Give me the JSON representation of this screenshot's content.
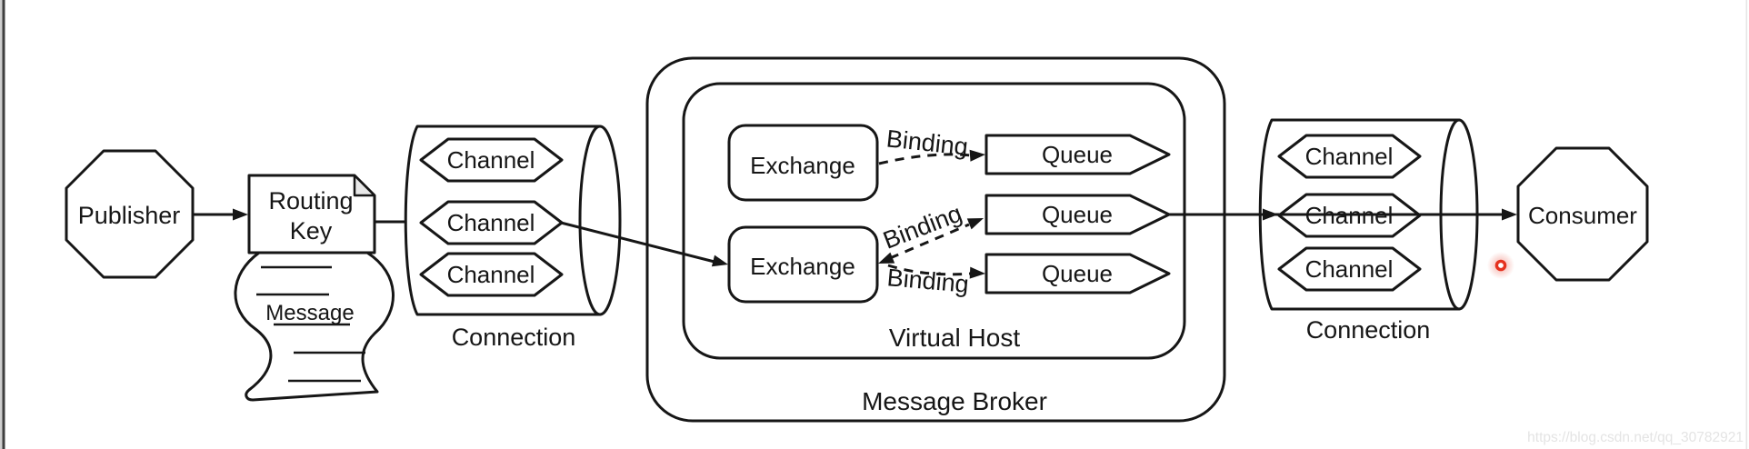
{
  "diagram": {
    "publisher": {
      "label": "Publisher"
    },
    "routing_key": {
      "line1": "Routing",
      "line2": "Key"
    },
    "message": {
      "label": "Message"
    },
    "connection_left": {
      "label": "Connection",
      "channels": [
        "Channel",
        "Channel",
        "Channel"
      ]
    },
    "message_broker": {
      "label": "Message Broker"
    },
    "virtual_host": {
      "label": "Virtual Host"
    },
    "exchanges": [
      {
        "label": "Exchange"
      },
      {
        "label": "Exchange"
      }
    ],
    "bindings": [
      {
        "label": "Binding"
      },
      {
        "label": "Binding"
      },
      {
        "label": "Binding"
      }
    ],
    "queues": [
      {
        "label": "Queue"
      },
      {
        "label": "Queue"
      },
      {
        "label": "Queue"
      }
    ],
    "connection_right": {
      "label": "Connection",
      "channels": [
        "Channel",
        "Channel",
        "Channel"
      ]
    },
    "consumer": {
      "label": "Consumer"
    }
  },
  "watermark": {
    "text": "https://blog.csdn.net/qq_30782921",
    "color": "#e4e4e4"
  },
  "cursor": {
    "color": "#e5321f"
  },
  "colors": {
    "stroke": "#161616",
    "shape_fill": "#ffffff",
    "note_fold": "#e8e8e8",
    "window_edge_dark": "#3f3f3f",
    "window_edge_light": "#cfcfcf"
  }
}
